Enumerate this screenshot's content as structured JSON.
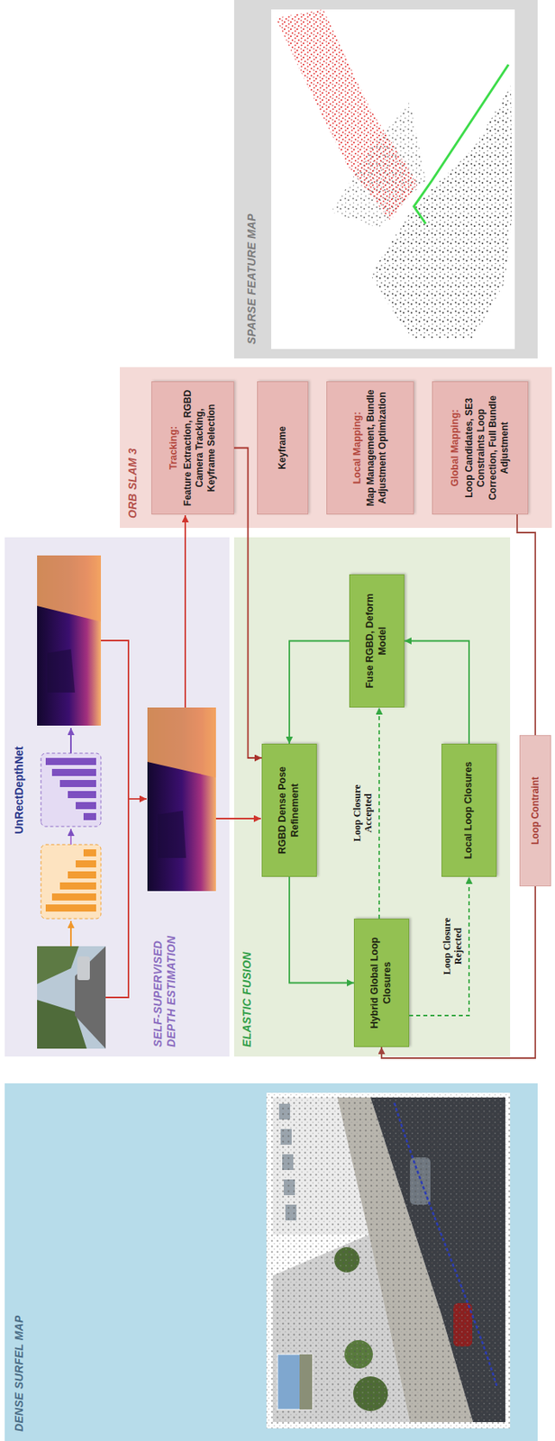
{
  "diagram": {
    "nodes": [
      {
        "text": [
          "DENSE SURFEL MAP"
        ]
      },
      {
        "text": [
          "SELF-SUPERVISED DEPTH ESTIMATION"
        ]
      },
      {
        "text": [
          "ELASTIC FUSION"
        ]
      },
      {
        "text": [
          "RGBD Dense Pose Refinement"
        ],
        "in": 2
      },
      {
        "text": [
          "Hybrid Global Loop Closures"
        ],
        "in": 2
      },
      {
        "text": [
          "Local Loop Closures"
        ],
        "in": 2
      },
      {
        "text": [
          "Fuse RGBD, Deform Model"
        ],
        "in": 2
      },
      {
        "text": [
          "ORB SLAM 3"
        ]
      },
      {
        "text": [
          "Tracking:",
          "Feature Extraction, RGBD Camera Tracking, Keyframe Selection"
        ],
        "in": 7
      },
      {
        "text": [
          "Keyframe"
        ],
        "in": 7
      },
      {
        "text": [
          "Local Mapping:",
          "Map Management, Bundle Adjustment Optimization"
        ],
        "in": 7
      },
      {
        "text": [
          "Global Mapping:",
          "Loop Candidates, SE3 Constraints Loop Correction, Full Bundle Adjustment"
        ],
        "in": 7
      },
      {
        "text": [
          "Loop Contraint"
        ]
      },
      {
        "text": [
          "SPARSE FEATURE MAP"
        ]
      }
    ],
    "edges": [
      {
        "from": 8,
        "to": 3,
        "arrow": "to"
      },
      {
        "from": 3,
        "to": 4,
        "arrow": "to"
      },
      {
        "from": 4,
        "to": 6,
        "label": "Loop Closure Accepted",
        "arrow": "to"
      },
      {
        "from": 4,
        "to": 5,
        "label": "Loop Closure Rejected",
        "arrow": "to"
      },
      {
        "from": 5,
        "to": 6,
        "arrow": "to"
      },
      {
        "from": 6,
        "to": 3,
        "arrow": "to"
      },
      {
        "from": 11,
        "to": 12,
        "arrow": "none"
      },
      {
        "from": 12,
        "to": 4,
        "arrow": "to"
      }
    ],
    "labels": [
      "UnRectDepthNet"
    ]
  }
}
